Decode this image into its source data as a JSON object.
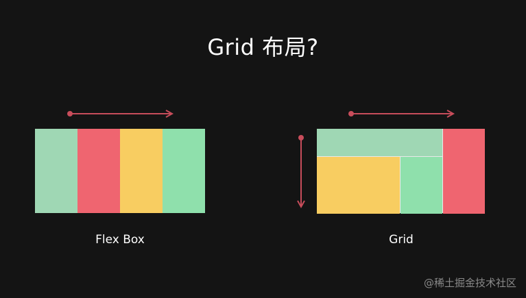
{
  "title": "Grid 布局?",
  "colors": {
    "background": "#141414",
    "mint": "#9fd7b4",
    "red": "#ef6570",
    "yellow": "#f8cd61",
    "green": "#8fe0ac",
    "arrow": "#c84d5b"
  },
  "flex_box": {
    "caption": "Flex Box",
    "items": [
      "mint",
      "red",
      "yellow",
      "green"
    ]
  },
  "grid": {
    "caption": "Grid",
    "cells": [
      "mint",
      "yellow",
      "green",
      "red"
    ]
  },
  "watermark": "@稀土掘金技术社区"
}
